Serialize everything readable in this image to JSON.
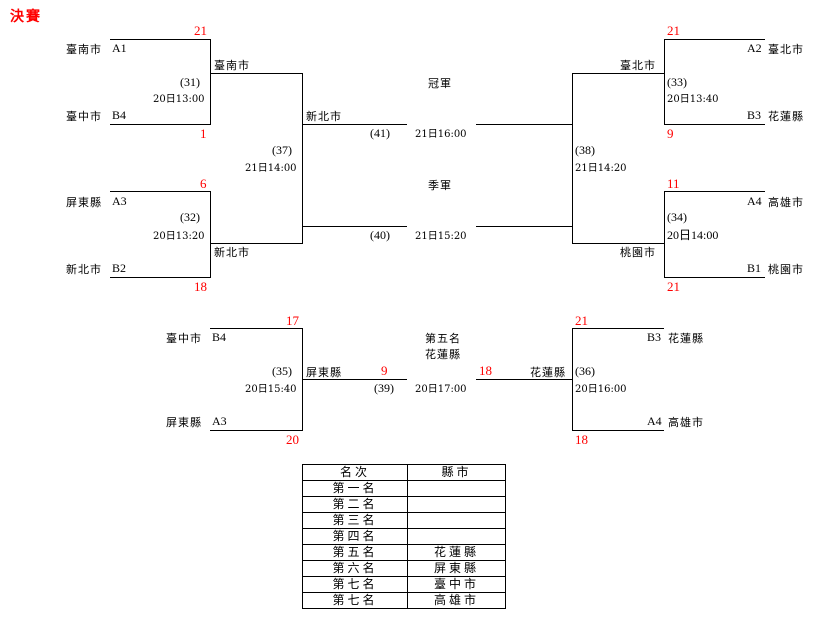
{
  "title": "決賽",
  "matches": {
    "m31": {
      "no": "(31)",
      "time": "20日13:00",
      "top": {
        "team": "臺南市",
        "seed": "A1",
        "score": "21"
      },
      "bottom": {
        "team": "臺中市",
        "seed": "B4",
        "score": "1"
      },
      "winner": "臺南市"
    },
    "m32": {
      "no": "(32)",
      "time": "20日13:20",
      "top": {
        "team": "屏東縣",
        "seed": "A3",
        "score": "6"
      },
      "bottom": {
        "team": "新北市",
        "seed": "B2",
        "score": "18"
      },
      "winner": "新北市"
    },
    "m33": {
      "no": "(33)",
      "time": "20日13:40",
      "top": {
        "team": "臺北市",
        "seed": "A2",
        "score": "21"
      },
      "bottom": {
        "team": "花蓮縣",
        "seed": "B3",
        "score": "9"
      },
      "winner": "臺北市"
    },
    "m34": {
      "no": "(34)",
      "time": "20日14:00",
      "top": {
        "team": "高雄市",
        "seed": "A4",
        "score": "11"
      },
      "bottom": {
        "team": "桃園市",
        "seed": "B1",
        "score": "21"
      },
      "winner": "桃園市"
    },
    "m37": {
      "no": "(37)",
      "time": "21日14:00",
      "winner": "新北市"
    },
    "m38": {
      "no": "(38)",
      "time": "21日14:20"
    },
    "m41": {
      "no": "(41)",
      "time": "21日16:00",
      "label": "冠軍"
    },
    "m40": {
      "no": "(40)",
      "time": "21日15:20",
      "label": "季軍"
    },
    "m35": {
      "no": "(35)",
      "time": "20日15:40",
      "top": {
        "team": "臺中市",
        "seed": "B4",
        "score": "17"
      },
      "bottom": {
        "team": "屏東縣",
        "seed": "A3",
        "score": "20"
      },
      "winner": "屏東縣"
    },
    "m36": {
      "no": "(36)",
      "time": "20日16:00",
      "top": {
        "team": "花蓮縣",
        "seed": "B3",
        "score": "21"
      },
      "bottom": {
        "team": "高雄市",
        "seed": "A4",
        "score": "18"
      },
      "winner": "花蓮縣"
    },
    "m39": {
      "no": "(39)",
      "time": "20日17:00",
      "label": "第五名",
      "winner": "花蓮縣",
      "left_score": "9",
      "right_score": "18"
    }
  },
  "ranking": {
    "headers": [
      "名次",
      "縣市"
    ],
    "rows": [
      [
        "第一名",
        ""
      ],
      [
        "第二名",
        ""
      ],
      [
        "第三名",
        ""
      ],
      [
        "第四名",
        ""
      ],
      [
        "第五名",
        "花蓮縣"
      ],
      [
        "第六名",
        "屏東縣"
      ],
      [
        "第七名",
        "臺中市"
      ],
      [
        "第七名",
        "高雄市"
      ]
    ]
  }
}
